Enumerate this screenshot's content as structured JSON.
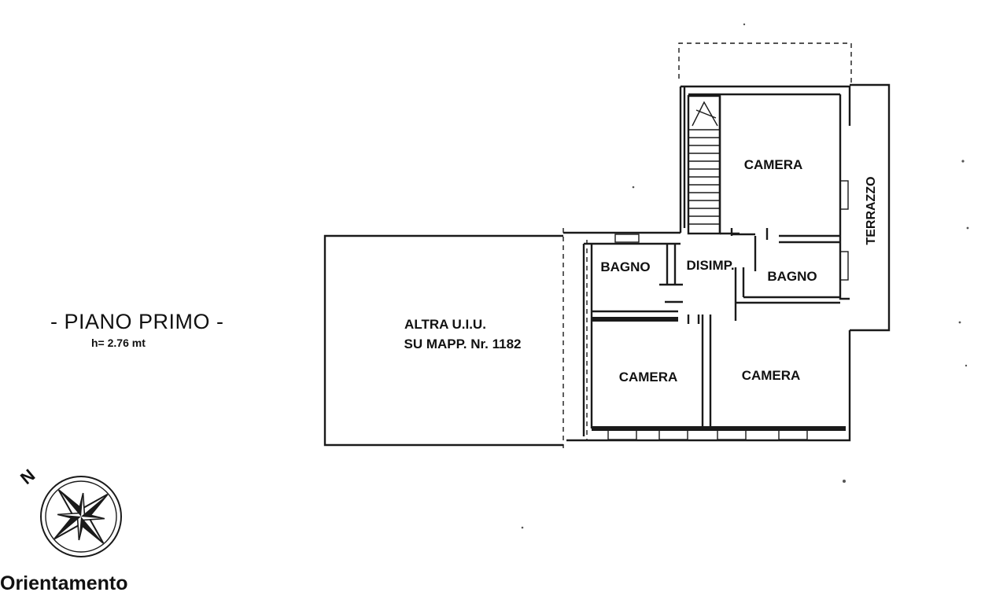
{
  "plan": {
    "title": "- PIANO PRIMO -",
    "height": "h= 2.76 mt",
    "orientation_label": "Orientamento",
    "north_label": "N",
    "other_unit_line1": "ALTRA U.I.U.",
    "other_unit_line2": "SU MAPP. Nr. 1182",
    "rooms": {
      "camera_top": "CAMERA",
      "terrazzo": "TERRAZZO",
      "bagno_left": "BAGNO",
      "disimp": "DISIMP.",
      "bagno_right": "BAGNO",
      "camera_left": "CAMERA",
      "camera_right": "CAMERA"
    },
    "icons": {
      "compass": "compass-rose-icon",
      "stairs": "stairs-icon"
    }
  }
}
